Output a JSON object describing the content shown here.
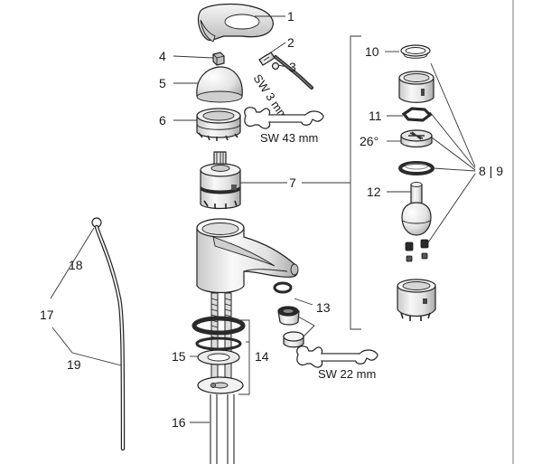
{
  "labels": {
    "n1": "1",
    "n2": "2",
    "n3": "3",
    "n4": "4",
    "n5": "5",
    "n6": "6",
    "n7": "7",
    "n8_9": "8 | 9",
    "n10": "10",
    "n11": "11",
    "n12": "12",
    "n13": "13",
    "n14": "14",
    "n15": "15",
    "n16": "16",
    "n17": "17",
    "n18": "18",
    "n19": "19",
    "angle": "26°"
  },
  "tools": {
    "wrench_43": "SW 43 mm",
    "wrench_22": "SW 22 mm",
    "allen_key": "SW 3 mm"
  },
  "colors": {
    "metal_light": "#f4f4f4",
    "metal_mid": "#d9d9d9",
    "metal_dark": "#9a9a9a",
    "rubber": "#2a2a2a",
    "line": "#222222"
  }
}
